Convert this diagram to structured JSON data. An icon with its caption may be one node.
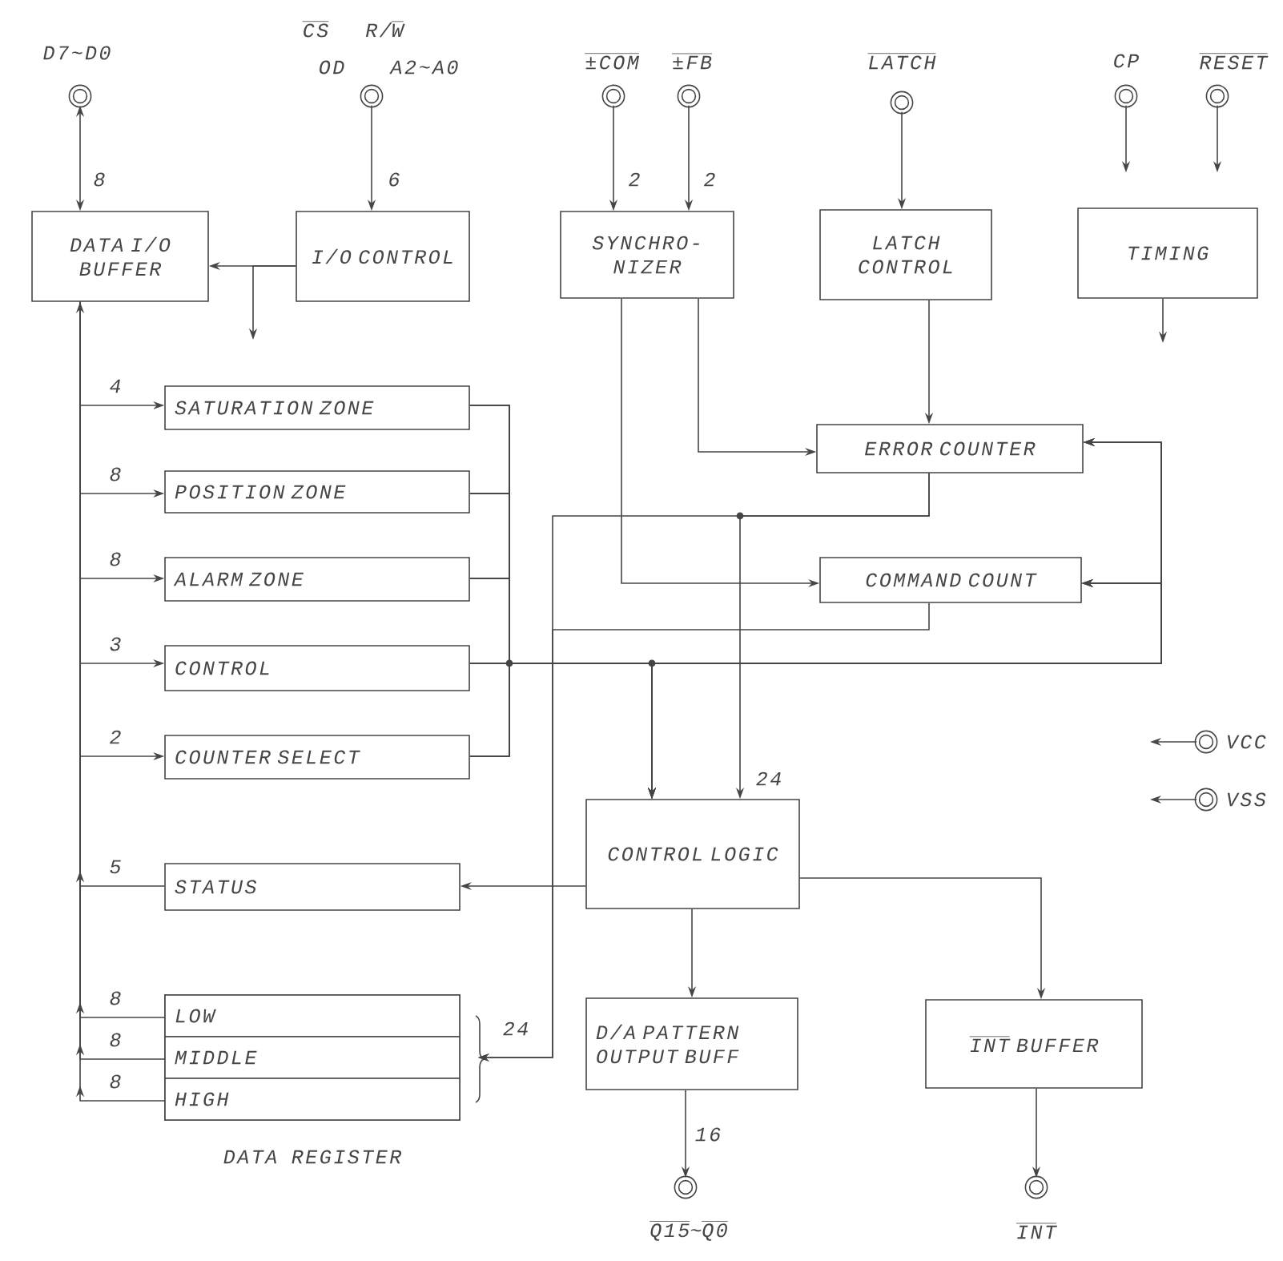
{
  "diagram": {
    "nodes": [
      {
        "text": [
          "D7~D0"
        ]
      },
      {
        "text": [
          "\\overline{\\mbox{CS}}",
          "\\mbox{R/}\\overline{\\mbox{W}}",
          "OD",
          "A2~A0"
        ]
      },
      {
        "text": [
          "\\overline{\\mbox{±COM}}"
        ]
      },
      {
        "text": [
          "\\overline{\\mbox{±FB}}"
        ]
      },
      {
        "text": [
          "\\overline{\\mbox{LATCH}}"
        ]
      },
      {
        "text": [
          "CP"
        ]
      },
      {
        "text": [
          "\\overline{\\mbox{RESET}}"
        ]
      },
      {
        "text": [
          "DATA I/O BUFFER"
        ]
      },
      {
        "text": [
          "I/O CONTROL"
        ]
      },
      {
        "text": [
          "SYNCHRO- NIZER"
        ]
      },
      {
        "text": [
          "LATCH CONTROL"
        ]
      },
      {
        "text": [
          "TIMING"
        ]
      },
      {
        "text": [
          "SATURATION ZONE"
        ]
      },
      {
        "text": [
          "POSITION ZONE"
        ]
      },
      {
        "text": [
          "ALARM ZONE"
        ]
      },
      {
        "text": [
          "CONTROL"
        ]
      },
      {
        "text": [
          "COUNTER SELECT"
        ]
      },
      {
        "text": [
          "ERROR COUNTER"
        ]
      },
      {
        "text": [
          "COMMAND COUNT"
        ]
      },
      {
        "text": [
          "CONTROL LOGIC"
        ]
      },
      {
        "text": [
          "STATUS"
        ]
      },
      {
        "text": [
          "DATA REGISTER"
        ]
      },
      {
        "text": [
          "LOW"
        ],
        "in": 21
      },
      {
        "text": [
          "MIDDLE"
        ],
        "in": 21
      },
      {
        "text": [
          "HIGH"
        ],
        "in": 21
      },
      {
        "text": [
          "D/A PATTERN OUTPUT BUFF"
        ]
      },
      {
        "text": [
          "\\overline{\\mbox{INT}}\\mbox{ BUFFER}"
        ]
      },
      {
        "text": [
          "\\overline{\\mbox{Q15}}\\mbox{\\textasciitilde}\\overline{\\mbox{Q0}}"
        ]
      },
      {
        "text": [
          "\\overline{\\mbox{INT}}"
        ]
      },
      {
        "text": [
          "VCC"
        ]
      },
      {
        "text": [
          "VSS"
        ]
      }
    ],
    "edges": [
      {
        "from": 0,
        "to": 7,
        "arrow": "both",
        "label": "8"
      },
      {
        "from": 1,
        "to": 8,
        "arrow": "to",
        "label": "6"
      },
      {
        "from": 2,
        "to": 9,
        "arrow": "to",
        "label": "2"
      },
      {
        "from": 3,
        "to": 9,
        "arrow": "to",
        "label": "2"
      },
      {
        "from": 4,
        "to": 10,
        "arrow": "to"
      },
      {
        "from": 5,
        "to": 11,
        "arrow": "to"
      },
      {
        "from": 6,
        "to": 11,
        "arrow": "to"
      },
      {
        "from": 8,
        "to": 7,
        "arrow": "to"
      },
      {
        "from": 8,
        "to": null,
        "arrow": "to"
      },
      {
        "from": 11,
        "to": null,
        "arrow": "to"
      },
      {
        "from": 7,
        "to": 12,
        "arrow": "to",
        "label": "4"
      },
      {
        "from": 7,
        "to": 13,
        "arrow": "to",
        "label": "8"
      },
      {
        "from": 7,
        "to": 14,
        "arrow": "to",
        "label": "8"
      },
      {
        "from": 7,
        "to": 15,
        "arrow": "both",
        "label": "3"
      },
      {
        "from": 7,
        "to": 16,
        "arrow": "to",
        "label": "2"
      },
      {
        "from": 20,
        "to": 7,
        "arrow": "to",
        "label": "5"
      },
      {
        "from": 22,
        "to": 7,
        "arrow": "to",
        "label": "8"
      },
      {
        "from": 23,
        "to": 7,
        "arrow": "to",
        "label": "8"
      },
      {
        "from": 24,
        "to": 7,
        "arrow": "to",
        "label": "8"
      },
      {
        "from": 9,
        "to": 17,
        "arrow": "to"
      },
      {
        "from": 9,
        "to": 18,
        "arrow": "to"
      },
      {
        "from": 10,
        "to": 17,
        "arrow": "to"
      },
      {
        "from": 12,
        "to": 17,
        "arrow": "to"
      },
      {
        "from": 12,
        "to": 18,
        "arrow": "to"
      },
      {
        "from": 12,
        "to": 19,
        "arrow": "to"
      },
      {
        "from": 13,
        "to": 17,
        "arrow": "to"
      },
      {
        "from": 13,
        "to": 18,
        "arrow": "to"
      },
      {
        "from": 13,
        "to": 19,
        "arrow": "to"
      },
      {
        "from": 14,
        "to": 17,
        "arrow": "to"
      },
      {
        "from": 14,
        "to": 18,
        "arrow": "to"
      },
      {
        "from": 14,
        "to": 19,
        "arrow": "to"
      },
      {
        "from": 15,
        "to": 17,
        "arrow": "to"
      },
      {
        "from": 15,
        "to": 18,
        "arrow": "to"
      },
      {
        "from": 15,
        "to": 19,
        "arrow": "to"
      },
      {
        "from": 16,
        "to": 17,
        "arrow": "to"
      },
      {
        "from": 16,
        "to": 18,
        "arrow": "to"
      },
      {
        "from": 16,
        "to": 19,
        "arrow": "to"
      },
      {
        "from": 17,
        "to": 19,
        "arrow": "to",
        "label": "24"
      },
      {
        "from": 17,
        "to": 21,
        "arrow": "to",
        "label": "24"
      },
      {
        "from": 18,
        "to": 21,
        "arrow": "to"
      },
      {
        "from": 19,
        "to": 20,
        "arrow": "to"
      },
      {
        "from": 19,
        "to": 25,
        "arrow": "to"
      },
      {
        "from": 19,
        "to": 26,
        "arrow": "to"
      },
      {
        "from": 25,
        "to": 27,
        "arrow": "to",
        "label": "16"
      },
      {
        "from": 26,
        "to": 28,
        "arrow": "to"
      },
      {
        "from": 29,
        "to": null,
        "arrow": "to"
      },
      {
        "from": 30,
        "to": null,
        "arrow": "to"
      }
    ]
  }
}
